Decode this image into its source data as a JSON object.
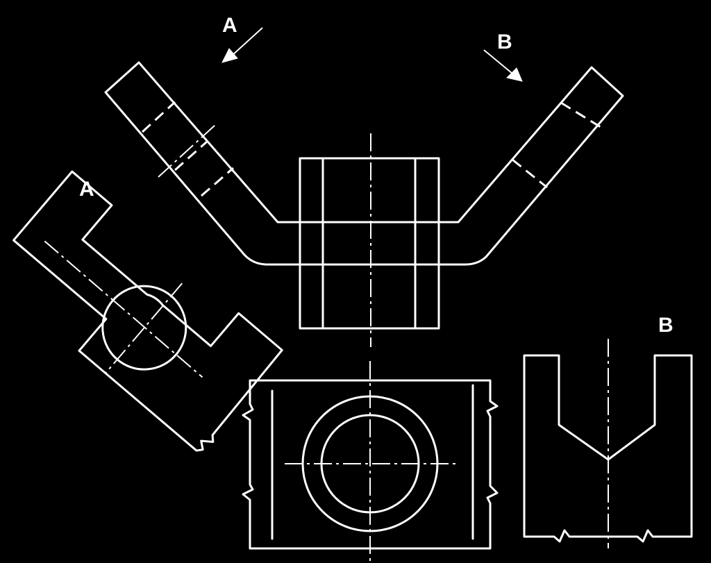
{
  "labels": {
    "arrow_a": "A",
    "arrow_b": "B",
    "view_a": "A",
    "view_b": "B"
  },
  "colors": {
    "background": "#000000",
    "lines": "#ffffff"
  }
}
